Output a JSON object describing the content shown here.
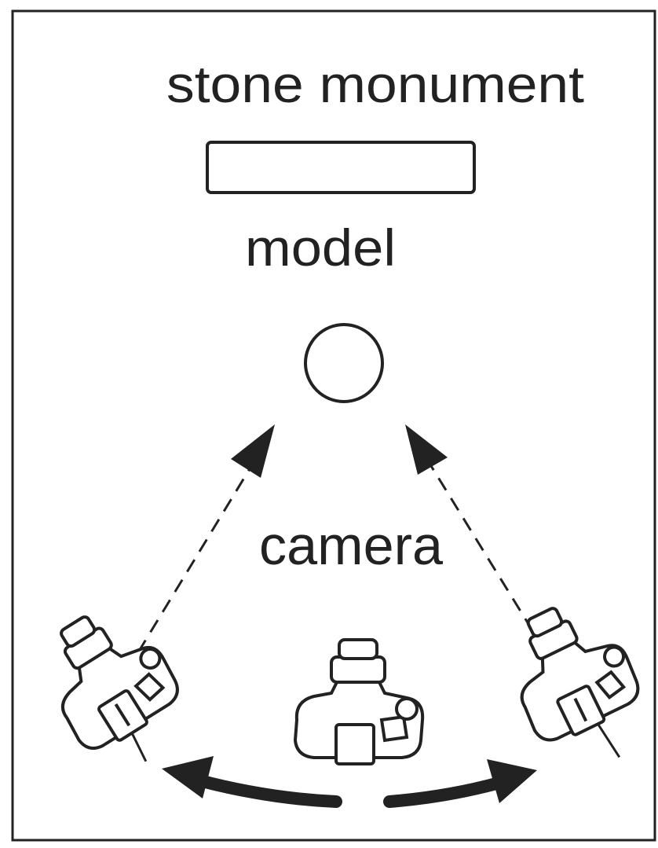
{
  "labels": {
    "stone_monument": "stone monument",
    "model": "model",
    "camera": "camera"
  },
  "colors": {
    "ink": "#222222",
    "paper": "#ffffff"
  },
  "icons": [
    "camera-left-icon",
    "camera-center-icon",
    "camera-right-icon",
    "arrow-left-icon",
    "arrow-right-icon"
  ]
}
